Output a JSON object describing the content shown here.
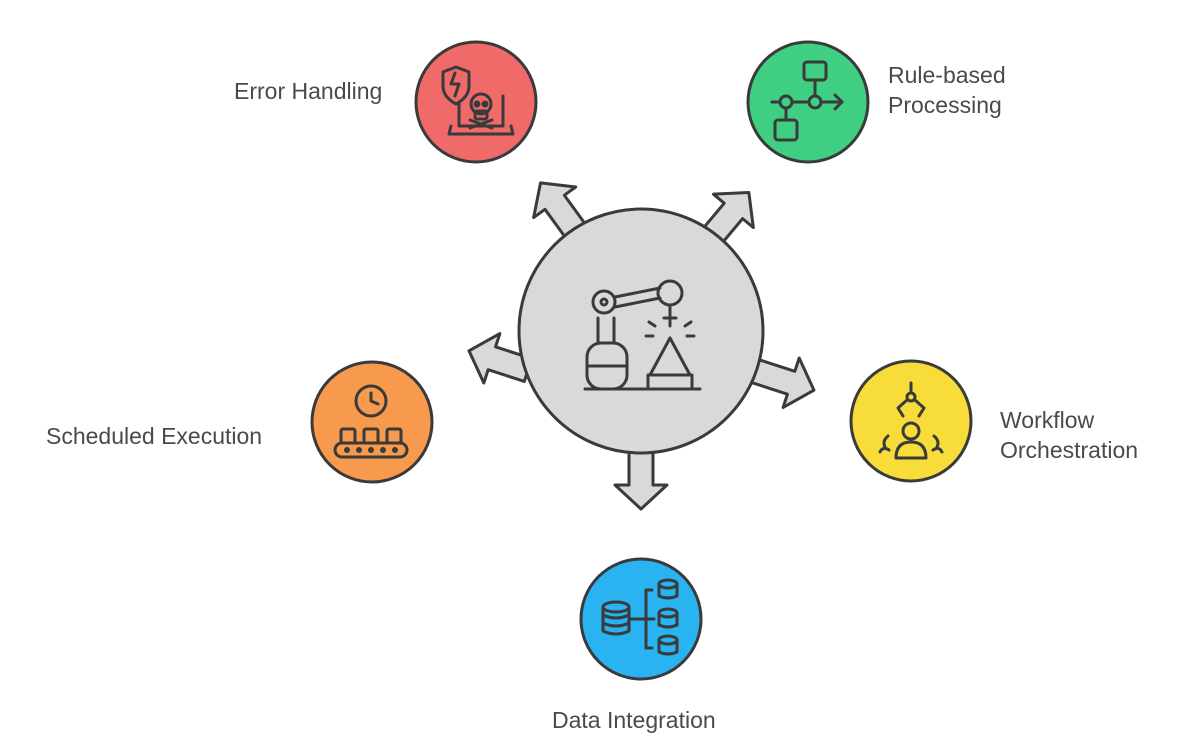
{
  "center": {
    "icon": "robotic-arm-icon",
    "fill": "#d9d9d9"
  },
  "nodes": [
    {
      "key": "error",
      "lines": [
        "Error Handling"
      ],
      "icon": "error-laptop-icon",
      "color": "#f06a6a"
    },
    {
      "key": "rule",
      "lines": [
        "Rule-based",
        "Processing"
      ],
      "icon": "flowchart-icon",
      "color": "#3fcf82"
    },
    {
      "key": "workflow",
      "lines": [
        "Workflow",
        "Orchestration"
      ],
      "icon": "robot-claw-people-icon",
      "color": "#f7dc3a"
    },
    {
      "key": "data",
      "lines": [
        "Data Integration"
      ],
      "icon": "database-integration-icon",
      "color": "#29b3f0"
    },
    {
      "key": "scheduled",
      "lines": [
        "Scheduled Execution"
      ],
      "icon": "clock-conveyor-icon",
      "color": "#f79a4e"
    }
  ],
  "colors": {
    "arrow_fill": "#d9d9d9",
    "stroke": "#3a3a3a",
    "label_text": "#4a4a4a"
  }
}
